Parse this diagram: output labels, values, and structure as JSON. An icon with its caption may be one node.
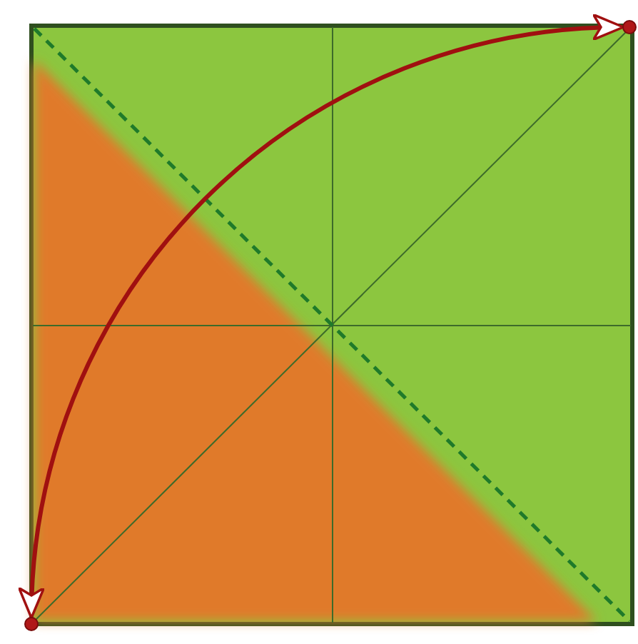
{
  "diagram": {
    "nodes": [
      {
        "text": [],
        "shape": "circle"
      },
      {
        "text": [],
        "shape": "circle"
      }
    ],
    "edges": [
      {
        "from": 0,
        "to": 1,
        "arrow": "both"
      }
    ]
  }
}
